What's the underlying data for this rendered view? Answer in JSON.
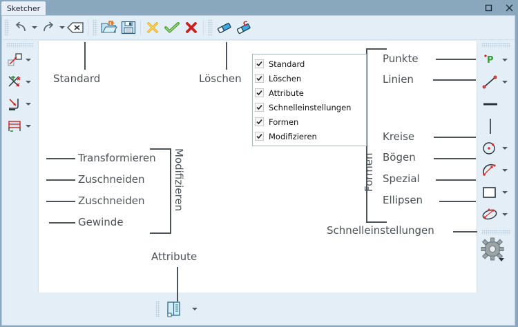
{
  "window": {
    "tab_label": "Sketcher",
    "controls": [
      {
        "name": "maximize-button",
        "glyph": "maximize"
      },
      {
        "name": "close-button",
        "glyph": "close"
      }
    ]
  },
  "toolbar_top": {
    "groups": [
      {
        "name": "standard-group",
        "buttons": [
          {
            "name": "undo-button",
            "icon": "undo-icon",
            "caret": true
          },
          {
            "name": "redo-button",
            "icon": "redo-icon",
            "caret": true
          },
          {
            "name": "delete-button",
            "icon": "delete-x-icon",
            "caret": false
          }
        ]
      },
      {
        "name": "file-group",
        "buttons": [
          {
            "name": "open-button",
            "icon": "open-folder-icon",
            "caret": false
          },
          {
            "name": "save-button",
            "icon": "save-floppy-icon",
            "caret": false
          }
        ]
      },
      {
        "name": "loeschen-group",
        "buttons": [
          {
            "name": "cancel-button",
            "icon": "yellow-x-icon",
            "caret": false
          },
          {
            "name": "accept-button",
            "icon": "green-check-icon",
            "caret": false
          },
          {
            "name": "close-sketch-button",
            "icon": "red-x-icon",
            "caret": false
          }
        ]
      },
      {
        "name": "eraser-group",
        "buttons": [
          {
            "name": "eraser-button",
            "icon": "eraser-icon",
            "caret": false
          },
          {
            "name": "eraser-constraint-button",
            "icon": "eraser-constraint-icon",
            "caret": false
          }
        ]
      }
    ]
  },
  "toolbar_left": {
    "buttons": [
      {
        "name": "transform-button",
        "icon": "transform-icon",
        "caret": true
      },
      {
        "name": "trim-button",
        "icon": "trim-scissors-icon",
        "caret": true
      },
      {
        "name": "extend-button",
        "icon": "extend-corner-icon",
        "caret": true
      },
      {
        "name": "thread-button",
        "icon": "thread-icon",
        "caret": true
      }
    ]
  },
  "toolbar_right": {
    "buttons": [
      {
        "name": "point-button",
        "icon": "point-p-icon",
        "caret": true
      },
      {
        "name": "line-button",
        "icon": "line-icon",
        "caret": true
      },
      {
        "name": "horizontal-line-button",
        "icon": "horizontal-line-icon",
        "caret": false
      },
      {
        "name": "vertical-line-button",
        "icon": "vertical-line-icon",
        "caret": false
      },
      {
        "name": "circle-button",
        "icon": "circle-icon",
        "caret": true
      },
      {
        "name": "arc-button",
        "icon": "arc-icon",
        "caret": true
      },
      {
        "name": "rectangle-button",
        "icon": "rectangle-icon",
        "caret": true
      },
      {
        "name": "ellipse-button",
        "icon": "ellipse-icon",
        "caret": true
      },
      {
        "name": "quick-settings-button",
        "icon": "gear-icon",
        "caret": true
      }
    ]
  },
  "toolbar_bottom": {
    "buttons": [
      {
        "name": "attribute-button",
        "icon": "attribute-book-icon",
        "caret": true
      }
    ]
  },
  "context_menu": {
    "name": "toolbar-visibility-menu",
    "items": [
      {
        "label": "Standard",
        "checked": true
      },
      {
        "label": "Löschen",
        "checked": true
      },
      {
        "label": "Attribute",
        "checked": true
      },
      {
        "label": "Schnelleinstellungen",
        "checked": true
      },
      {
        "label": "Formen",
        "checked": true
      },
      {
        "label": "Modifizieren",
        "checked": true
      }
    ]
  },
  "annotations": {
    "standard": "Standard",
    "loeschen": "Löschen",
    "punkte": "Punkte",
    "linien": "Linien",
    "kreise": "Kreise",
    "boegen": "Bögen",
    "spezial": "Spezial",
    "ellipsen": "Ellipsen",
    "formen_group": "Formen",
    "transformieren": "Transformieren",
    "zuschneiden_1": "Zuschneiden",
    "zuschneiden_2": "Zuschneiden",
    "gewinde": "Gewinde",
    "modifizieren_group": "Modifizieren",
    "schnelleinstellungen": "Schnelleinstellungen",
    "attribute": "Attribute"
  },
  "colors": {
    "titlebar": "#8aa8bd",
    "toolbar_bg": "#e4eef6",
    "canvas_bg": "#ffffff",
    "annotation_text": "#4b5358",
    "menu_bg": "#ffffff",
    "accent_red": "#cc2020",
    "accent_green": "#4a9c32",
    "accent_yellow": "#e8b421"
  }
}
